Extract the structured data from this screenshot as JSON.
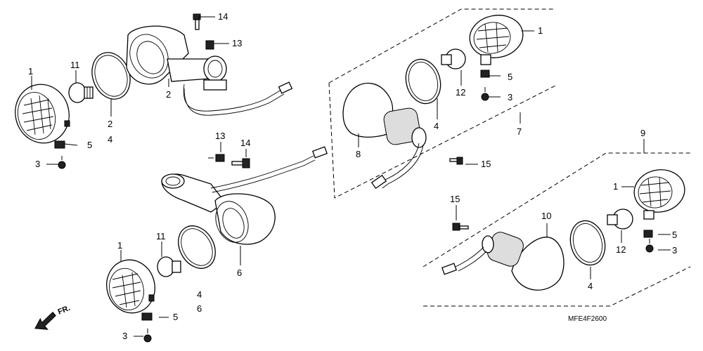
{
  "callouts": {
    "a1": "1",
    "a2": "2",
    "a3": "2",
    "a4": "4",
    "a5": "5",
    "a6": "3",
    "a7": "11",
    "a8": "14",
    "a9": "13",
    "b1": "13",
    "b2": "14",
    "c1": "1",
    "c2": "11",
    "c3": "4",
    "c4": "6",
    "c5": "5",
    "c6": "3",
    "c7": "6",
    "d1": "1",
    "d2": "5",
    "d3": "3",
    "d4": "12",
    "d5": "4",
    "d6": "7",
    "d7": "8",
    "d8": "15",
    "e1": "9",
    "e2": "1",
    "e3": "5",
    "e4": "3",
    "e5": "12",
    "e6": "10",
    "e7": "4",
    "e8": "15"
  },
  "direction_label": "FR.",
  "diagram_code": "MFE4F2600"
}
